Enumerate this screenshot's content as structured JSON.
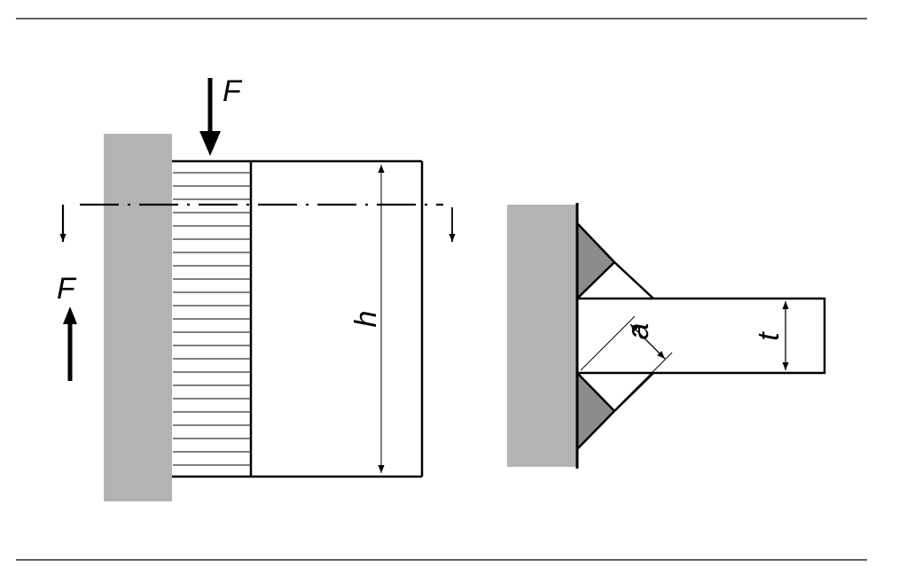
{
  "labels": {
    "force_top": "F",
    "force_left": "F",
    "height": "h",
    "weld_throat": "a",
    "thickness": "t"
  },
  "colors": {
    "wall": "#b3b3b3",
    "weld": "#8c8c8c",
    "line": "#000000",
    "background": "#ffffff"
  }
}
